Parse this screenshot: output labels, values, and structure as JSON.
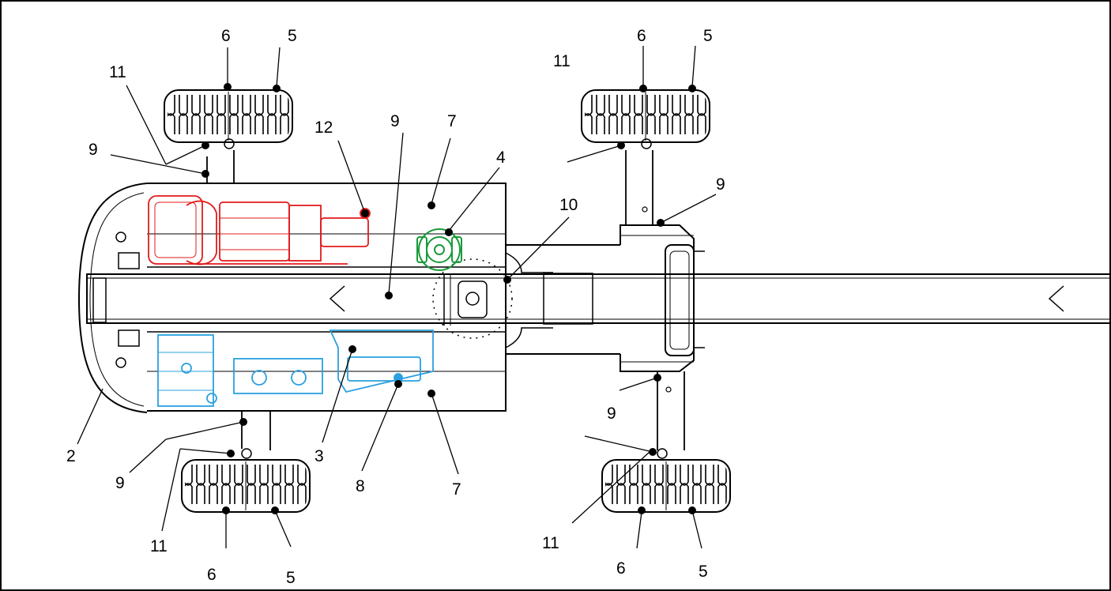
{
  "callouts": {
    "top_left": {
      "label_6": "6",
      "label_5": "5",
      "label_11": "11",
      "label_9": "9"
    },
    "top_mid": {
      "label_12": "12",
      "label_9": "9",
      "label_7": "7",
      "label_4": "4"
    },
    "top_right": {
      "label_6": "6",
      "label_5": "5",
      "label_11": "11",
      "label_9": "9",
      "label_10": "10"
    },
    "bottom_left": {
      "label_2": "2",
      "label_9": "9",
      "label_11": "11",
      "label_6": "6",
      "label_5": "5"
    },
    "bottom_mid": {
      "label_3": "3",
      "label_8": "8",
      "label_7": "7"
    },
    "bottom_right": {
      "label_9": "9",
      "label_11": "11",
      "label_6": "6",
      "label_5": "5"
    }
  },
  "colors": {
    "line": "#000000",
    "engine": "#e21b1b",
    "hydraulic": "#2aa0e0",
    "swing_drive": "#1a9a3a"
  }
}
